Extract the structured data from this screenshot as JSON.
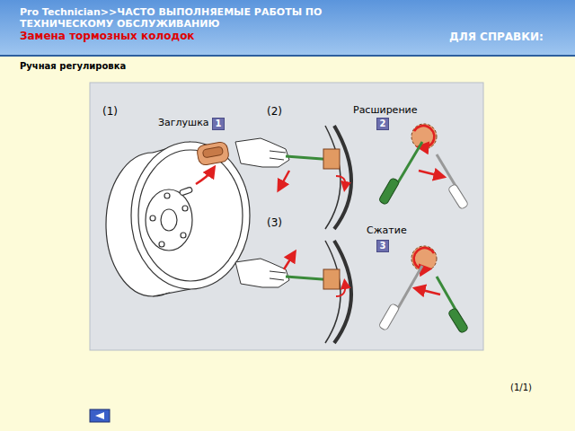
{
  "diagram": {
    "title": "Pro Technician>>ЧАСТО ВЫПОЛНЯЕМЫЕ РАБОТЫ ПО ТЕХНИЧЕСКОМУ ОБСЛУЖИВАНИЮ",
    "nodes": [
      {
        "text": [
          "1"
        ]
      },
      {
        "text": [
          "2"
        ]
      },
      {
        "text": [
          "3"
        ]
      }
    ],
    "labels": [
      "Замена тормозных колодок",
      "ДЛЯ СПРАВКИ:",
      "Ручная регулировка",
      "(1)",
      "(2)",
      "Заглушка",
      "Расширение",
      "(3)",
      "Сжатие",
      "(1/1)"
    ]
  }
}
